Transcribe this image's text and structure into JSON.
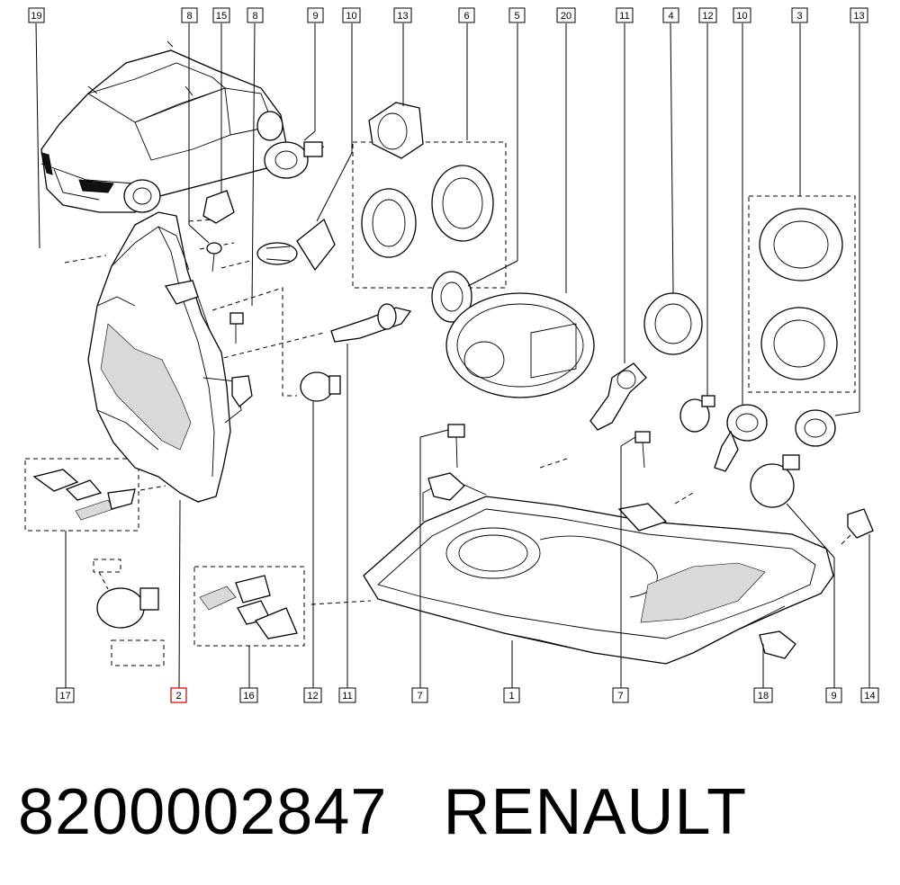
{
  "caption": {
    "part_number": "8200002847",
    "brand": "RENAULT"
  },
  "callouts_top": [
    "19",
    "8",
    "15",
    "8",
    "9",
    "10",
    "13",
    "6",
    "5",
    "20",
    "11",
    "4",
    "12",
    "10",
    "3",
    "13"
  ],
  "callouts_bottom": [
    "17",
    "2",
    "16",
    "12",
    "11",
    "7",
    "1",
    "7",
    "18",
    "9",
    "14"
  ],
  "highlight_callout": "2",
  "colors": {
    "highlight": "#e0201a",
    "line": "#000000",
    "background": "#ffffff"
  }
}
